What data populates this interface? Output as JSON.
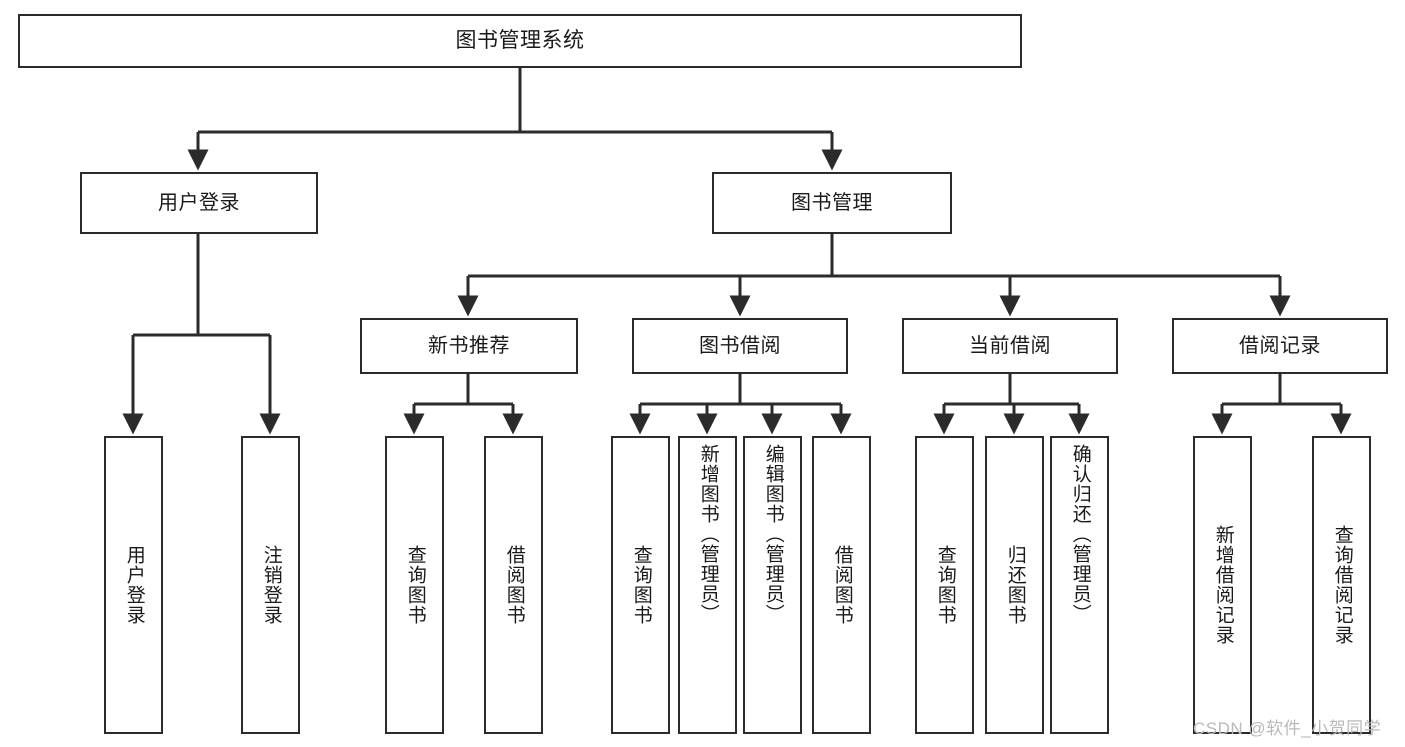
{
  "diagram": {
    "title": "图书管理系统",
    "type": "功能结构图",
    "style": {
      "box_border_color": "#2b2b2b",
      "box_fill_color": "#ffffff",
      "connector_color": "#2b2b2b",
      "text_color": "#1a1a1a",
      "background_color": "#ffffff",
      "watermark_color": "#b9b9b9"
    },
    "nodes": {
      "root": {
        "label": "图书管理系统"
      },
      "level1": [
        {
          "id": "user-login",
          "label": "用户登录"
        },
        {
          "id": "book-management",
          "label": "图书管理"
        }
      ],
      "level2": [
        {
          "id": "new-book-recommend",
          "label": "新书推荐"
        },
        {
          "id": "book-borrow",
          "label": "图书借阅"
        },
        {
          "id": "current-borrow",
          "label": "当前借阅"
        },
        {
          "id": "borrow-record",
          "label": "借阅记录"
        }
      ],
      "leaves": {
        "user_login": [
          {
            "id": "user-login-leaf",
            "label": "用户登录"
          },
          {
            "id": "logout-leaf",
            "label": "注销登录"
          }
        ],
        "new_book_recommend": [
          {
            "id": "query-book-1",
            "label": "查询图书"
          },
          {
            "id": "borrow-book-1",
            "label": "借阅图书"
          }
        ],
        "book_borrow": [
          {
            "id": "query-book-2",
            "label": "查询图书"
          },
          {
            "id": "add-book",
            "label": "新增图书（管理员）"
          },
          {
            "id": "edit-book",
            "label": "编辑图书（管理员）"
          },
          {
            "id": "borrow-book-2",
            "label": "借阅图书"
          }
        ],
        "current_borrow": [
          {
            "id": "query-book-3",
            "label": "查询图书"
          },
          {
            "id": "return-book",
            "label": "归还图书"
          },
          {
            "id": "confirm-return",
            "label": "确认归还（管理员）"
          }
        ],
        "borrow_record": [
          {
            "id": "add-borrow-record",
            "label": "新增借阅记录"
          },
          {
            "id": "query-borrow-record",
            "label": "查询借阅记录"
          }
        ]
      }
    },
    "watermark": "CSDN @软件_小贺同学"
  }
}
